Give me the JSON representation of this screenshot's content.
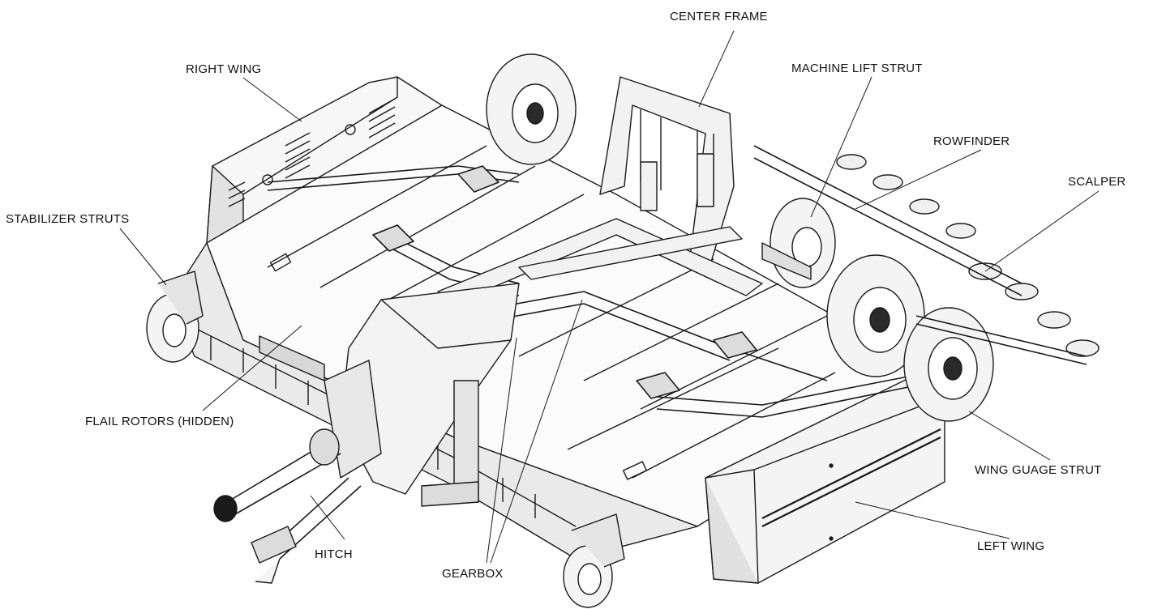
{
  "labels": {
    "center_frame": "CENTER FRAME",
    "right_wing": "RIGHT WING",
    "machine_lift_strut": "MACHINE LIFT STRUT",
    "rowfinder": "ROWFINDER",
    "scalper": "SCALPER",
    "stabilizer_struts": "STABILIZER STRUTS",
    "flail_rotors": "FLAIL ROTORS (HIDDEN)",
    "wing_guage_strut": "WING GUAGE STRUT",
    "hitch": "HITCH",
    "gearbox": "GEARBOX",
    "left_wing": "LEFT WING"
  },
  "colors": {
    "line": "#1a1a1a",
    "panel": "#f7f7f7",
    "shade": "#dedede",
    "dark": "#2a2a2a"
  }
}
